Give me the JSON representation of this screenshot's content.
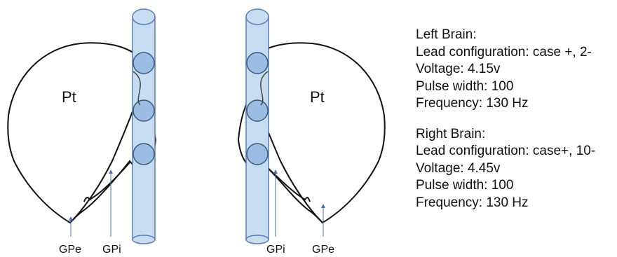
{
  "left_diagram": {
    "region_label": "Pt",
    "nucleus_labels": [
      "GPe",
      "GPi"
    ]
  },
  "right_diagram": {
    "region_label": "Pt",
    "nucleus_labels": [
      "GPi",
      "GPe"
    ]
  },
  "colors": {
    "lead_fill": "#c9ddf2",
    "lead_stroke": "#5b7fb3",
    "contact_fill": "#9bbde3",
    "arrow": "#4a72b0",
    "outline": "#111111"
  },
  "settings": {
    "left": {
      "title": "Left Brain:",
      "lead": "Lead configuration: case +, 2-",
      "voltage": "Voltage: 4.15v",
      "pulse": "Pulse width: 100",
      "frequency": "Frequency: 130 Hz"
    },
    "right": {
      "title": "Right Brain:",
      "lead": "Lead configuration: case+, 10-",
      "voltage": "Voltage: 4.45v",
      "pulse": "Pulse width: 100",
      "frequency": "Frequency: 130 Hz"
    }
  }
}
